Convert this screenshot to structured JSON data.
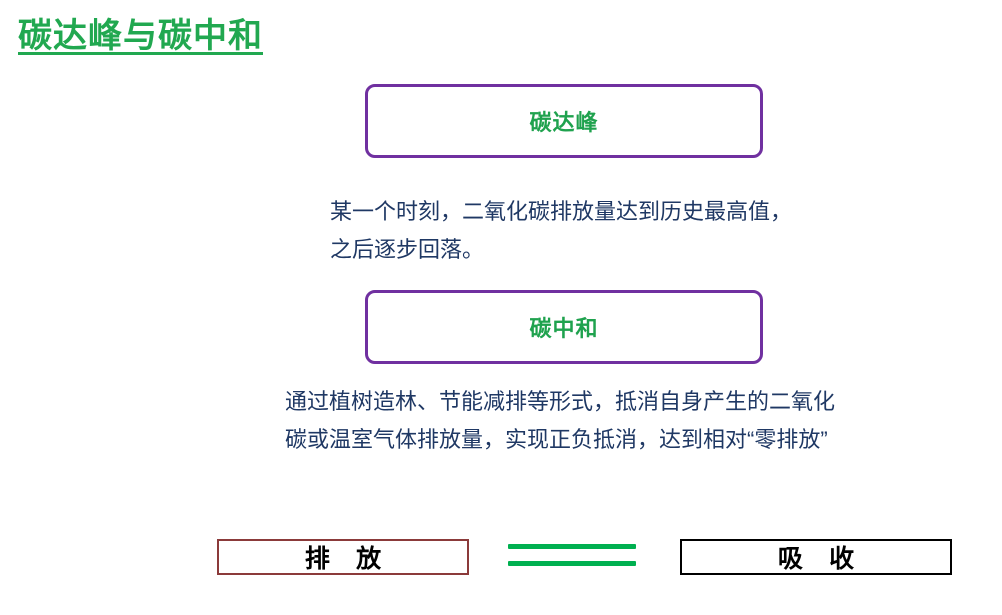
{
  "page": {
    "title": "碳达峰与碳中和"
  },
  "concepts": [
    {
      "term": "碳达峰",
      "description_lines": [
        "某一个时刻，二氧化碳排放量达到历史最高值，",
        "之后逐步回落。"
      ]
    },
    {
      "term": "碳中和",
      "description_lines": [
        "通过植树造林、节能减排等形式，抵消自身产生的二氧化",
        "碳或温室气体排放量，实现正负抵消，达到相对“零排放”"
      ]
    }
  ],
  "equation": {
    "left_label": "排 放",
    "right_label": "吸 收",
    "operator": "="
  },
  "colors": {
    "title_green": "#21A850",
    "term_green": "#1FA24E",
    "box_border_purple": "#7030A0",
    "body_navy": "#1F3864",
    "emission_border_red": "#8B3A3A",
    "absorb_border_black": "#000000",
    "equals_green": "#00B050"
  }
}
